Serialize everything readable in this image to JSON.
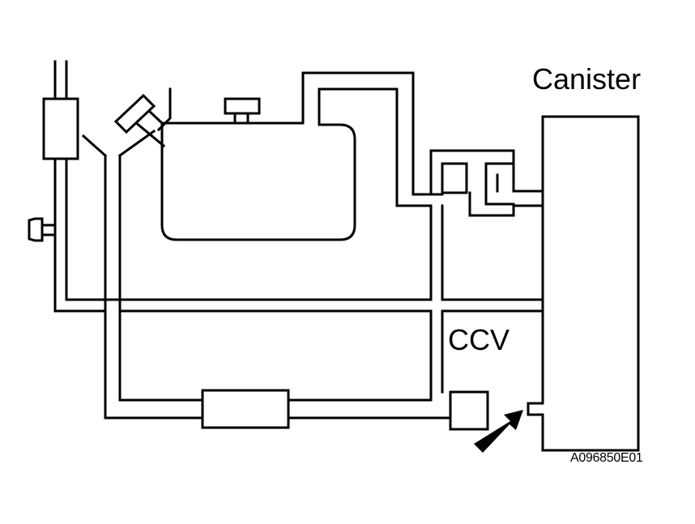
{
  "labels": {
    "canister": "Canister",
    "ccv": "CCV",
    "figure_code": "A096850E01"
  },
  "colors": {
    "line": "#000000",
    "background": "#ffffff"
  },
  "icons": {
    "pointer": "arrow-icon"
  }
}
